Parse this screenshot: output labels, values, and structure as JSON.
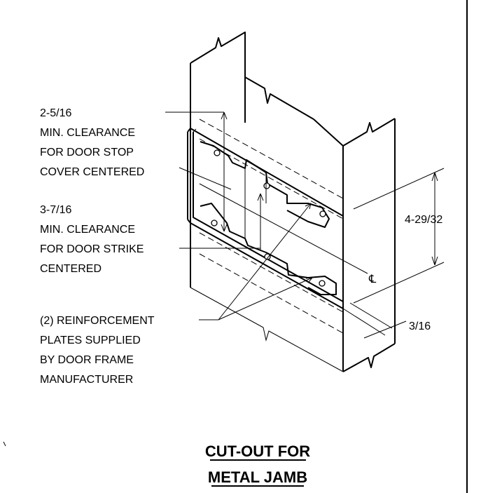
{
  "labels": {
    "stop_dim": "2-5/16",
    "stop_l1": "MIN. CLEARANCE",
    "stop_l2": "FOR DOOR STOP",
    "stop_l3": "COVER CENTERED",
    "strike_dim": "3-7/16",
    "strike_l1": "MIN. CLEARANCE",
    "strike_l2": "FOR DOOR STRIKE",
    "strike_l3": "CENTERED",
    "plates_l1": "(2) REINFORCEMENT",
    "plates_l2": "PLATES SUPPLIED",
    "plates_l3": "BY DOOR FRAME",
    "plates_l4": "MANUFACTURER",
    "height_dim": "4-29/32",
    "thickness_dim": "3/16",
    "centerline": "℄"
  },
  "title": {
    "line1": "CUT-OUT FOR",
    "line2": "METAL JAMB"
  }
}
